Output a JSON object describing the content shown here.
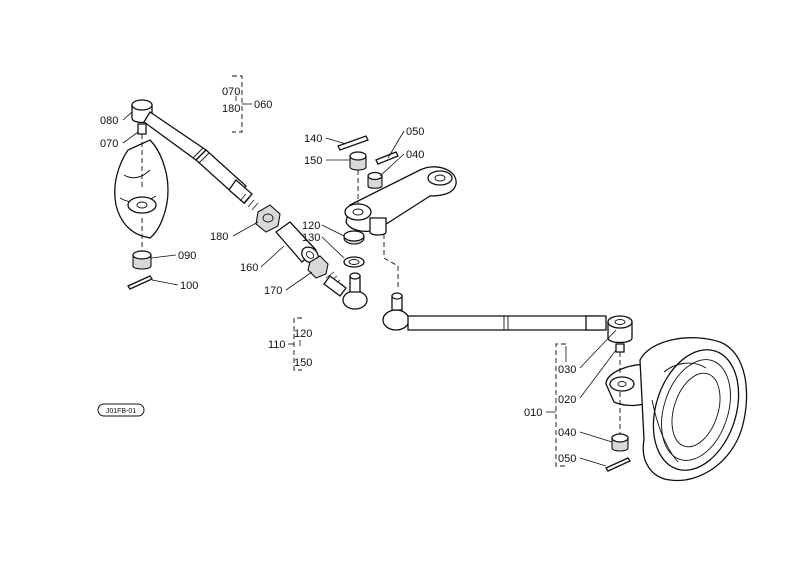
{
  "diagram_id": "J01FB-01",
  "callouts": [
    {
      "id": "c070a",
      "text": "070"
    },
    {
      "id": "c180a",
      "text": "180"
    },
    {
      "id": "c060",
      "text": "060"
    },
    {
      "id": "c080",
      "text": "080"
    },
    {
      "id": "c070b",
      "text": "070"
    },
    {
      "id": "c140",
      "text": "140"
    },
    {
      "id": "c050a",
      "text": "050"
    },
    {
      "id": "c150a",
      "text": "150"
    },
    {
      "id": "c040a",
      "text": "040"
    },
    {
      "id": "c120a",
      "text": "120"
    },
    {
      "id": "c130",
      "text": "130"
    },
    {
      "id": "c180b",
      "text": "180"
    },
    {
      "id": "c160",
      "text": "160"
    },
    {
      "id": "c090",
      "text": "090"
    },
    {
      "id": "c100",
      "text": "100"
    },
    {
      "id": "c170",
      "text": "170"
    },
    {
      "id": "c120b",
      "text": "120"
    },
    {
      "id": "c110",
      "text": "110"
    },
    {
      "id": "c150b",
      "text": "150"
    },
    {
      "id": "c030",
      "text": "030"
    },
    {
      "id": "c020",
      "text": "020"
    },
    {
      "id": "c010",
      "text": "010"
    },
    {
      "id": "c040b",
      "text": "040"
    },
    {
      "id": "c050b",
      "text": "050"
    }
  ]
}
